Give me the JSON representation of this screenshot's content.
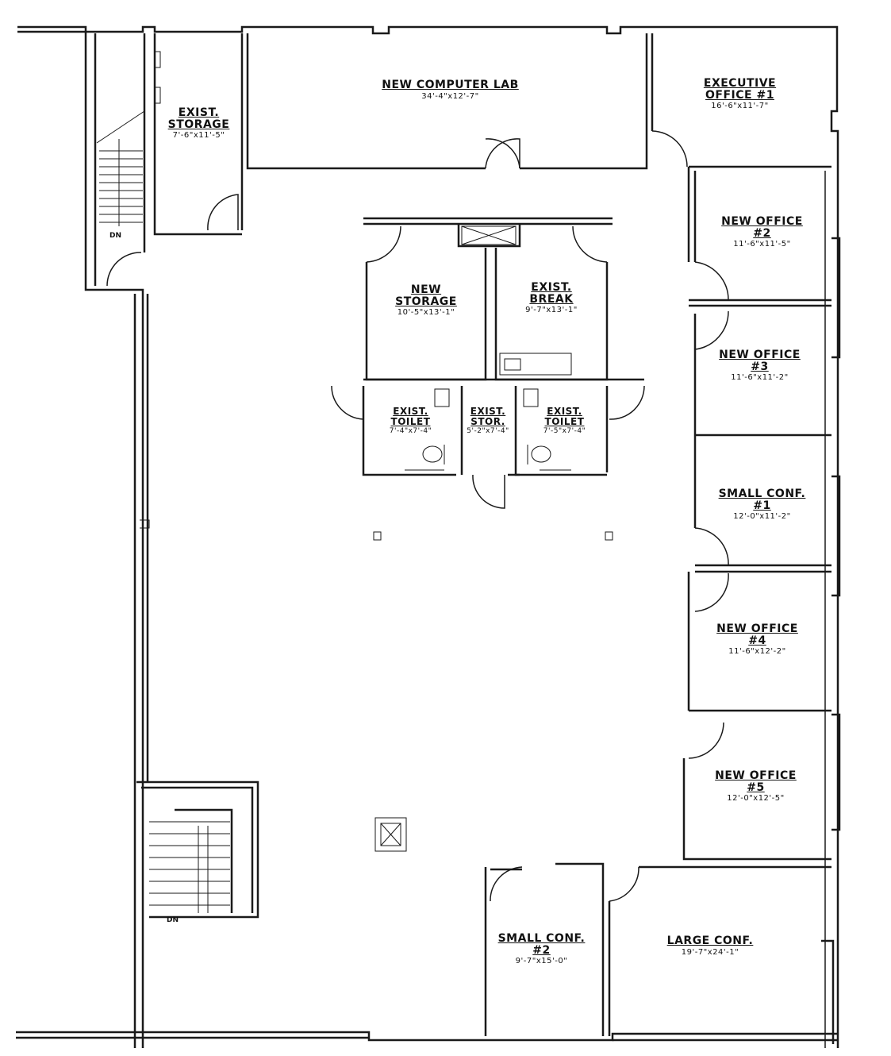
{
  "rooms": {
    "computer_lab": {
      "name": "NEW COMPUTER LAB",
      "dim": "34'-4\"x12'-7\""
    },
    "exec_office": {
      "name": "EXECUTIVE OFFICE #1",
      "dim": "16'-6\"x11'-7\""
    },
    "exist_storage": {
      "name": "EXIST. STORAGE",
      "dim": "7'-6\"x11'-5\""
    },
    "new_storage": {
      "name": "NEW STORAGE",
      "dim": "10'-5\"x13'-1\""
    },
    "exist_break": {
      "name": "EXIST. BREAK",
      "dim": "9'-7\"x13'-1\""
    },
    "toilet_left": {
      "name": "EXIST. TOILET",
      "dim": "7'-4\"x7'-4\""
    },
    "exist_stor": {
      "name": "EXIST. STOR.",
      "dim": "5'-2\"x7'-4\""
    },
    "toilet_right": {
      "name": "EXIST. TOILET",
      "dim": "7'-5\"x7'-4\""
    },
    "office2": {
      "name": "NEW OFFICE #2",
      "dim": "11'-6\"x11'-5\""
    },
    "office3": {
      "name": "NEW OFFICE #3",
      "dim": "11'-6\"x11'-2\""
    },
    "small_conf1": {
      "name": "SMALL CONF. #1",
      "dim": "12'-0\"x11'-2\""
    },
    "office4": {
      "name": "NEW OFFICE #4",
      "dim": "11'-6\"x12'-2\""
    },
    "office5": {
      "name": "NEW OFFICE #5",
      "dim": "12'-0\"x12'-5\""
    },
    "small_conf2": {
      "name": "SMALL CONF. #2",
      "dim": "9'-7\"x15'-0\""
    },
    "large_conf": {
      "name": "LARGE CONF.",
      "dim": "19'-7\"x24'-1\""
    }
  },
  "stairs": {
    "top_label": "DN",
    "bottom_label": "DN"
  }
}
